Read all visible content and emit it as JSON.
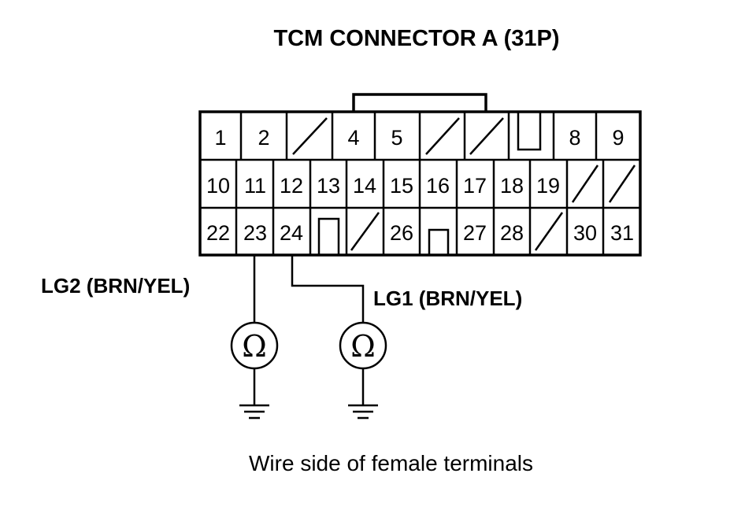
{
  "title": "TCM CONNECTOR A (31P)",
  "connector": {
    "row1": [
      "1",
      "2",
      "",
      "4",
      "5",
      "",
      "",
      "",
      "8",
      "9"
    ],
    "row2": [
      "10",
      "11",
      "12",
      "13",
      "14",
      "15",
      "16",
      "17",
      "18",
      "19",
      "",
      ""
    ],
    "row3": [
      "22",
      "23",
      "24",
      "",
      "",
      "26",
      "",
      "27",
      "28",
      "",
      "30",
      "31"
    ]
  },
  "wires": {
    "lg2_label": "LG2 (BRN/YEL)",
    "lg1_label": "LG1 (BRN/YEL)",
    "ohm_symbol": "Ω"
  },
  "caption": "Wire side of female terminals"
}
